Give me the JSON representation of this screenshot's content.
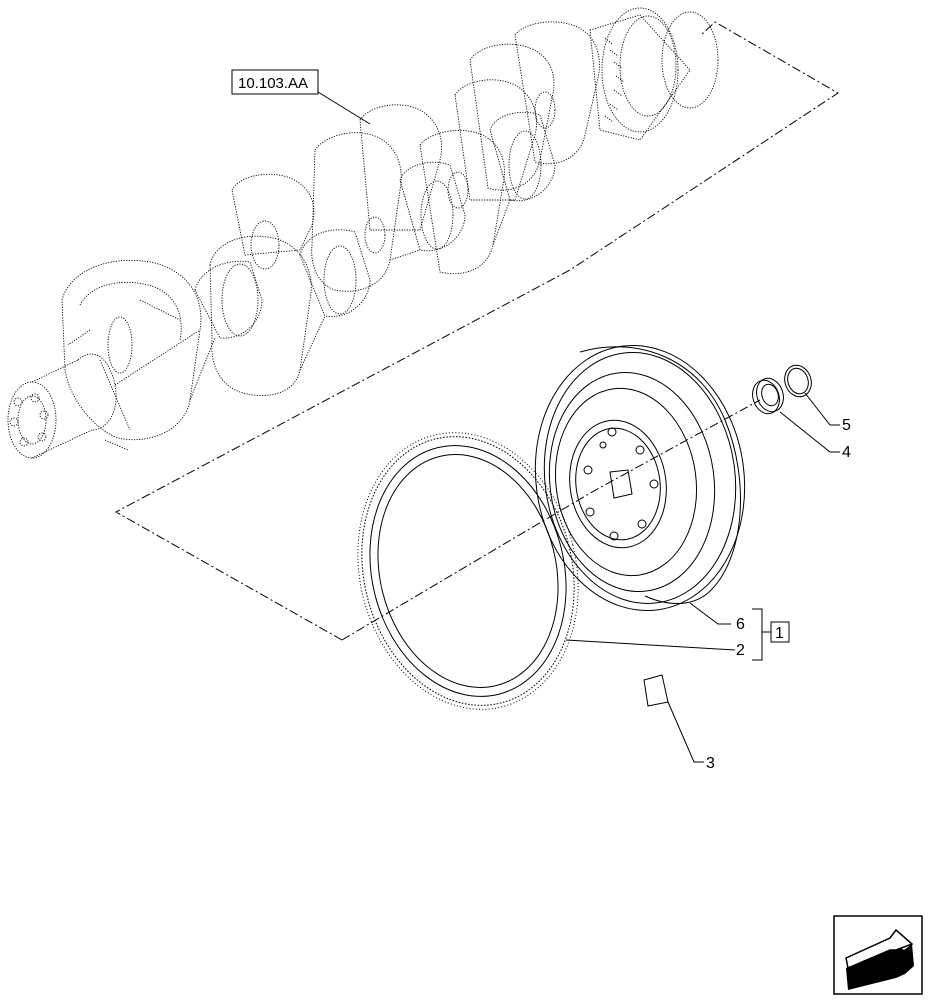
{
  "reference_code": "10.103.AA",
  "callouts": {
    "item_1": "1",
    "item_2": "2",
    "item_3": "3",
    "item_4": "4",
    "item_5": "5",
    "item_6": "6"
  },
  "icons": {
    "corner": "navigation-arrow-icon"
  }
}
